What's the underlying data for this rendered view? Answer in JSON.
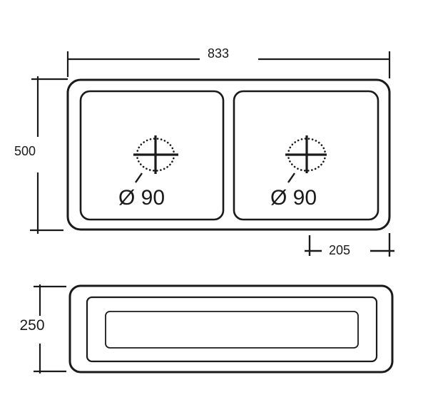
{
  "drawing": {
    "colors": {
      "line": "#1a1a1a",
      "background": "#ffffff"
    },
    "plan_view": {
      "width_dimension": "833",
      "depth_dimension": "500",
      "drain_offset_dimension": "205",
      "left_drain_label": "Ø 90",
      "right_drain_label": "Ø 90"
    },
    "front_view": {
      "height_dimension": "250"
    }
  }
}
